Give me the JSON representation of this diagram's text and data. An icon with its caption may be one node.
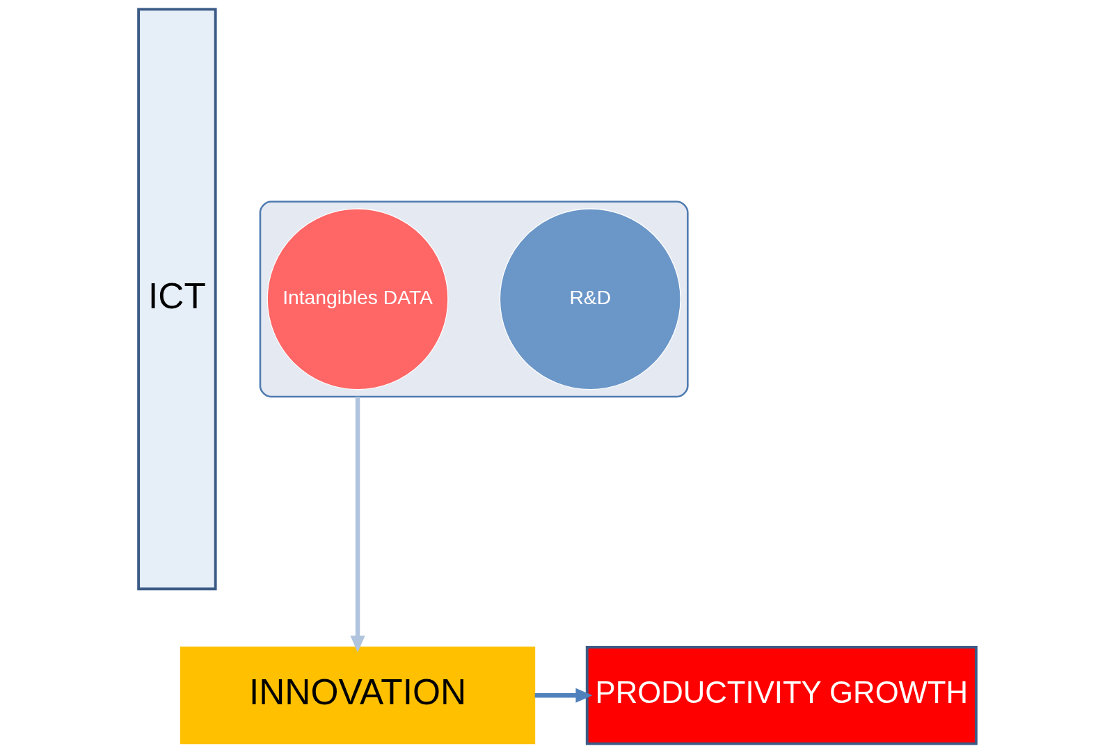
{
  "diagram": {
    "nodes": [
      {
        "text": [
          "ICT"
        ]
      },
      {
        "text": [],
        "shape": "funnel"
      },
      {
        "text": [
          "Intangibles DATA"
        ],
        "in": 1
      },
      {
        "text": [
          "R&D"
        ],
        "in": 1
      },
      {
        "text": [
          "INNOVATION"
        ]
      },
      {
        "text": [
          "PRODUCTIVITY GROWTH"
        ]
      }
    ],
    "edges": [
      {
        "from": 1,
        "to": 4,
        "arrow": "to",
        "color": "#b0c4de"
      },
      {
        "from": 4,
        "to": 5,
        "arrow": "to",
        "color": "#4f81bd"
      }
    ]
  }
}
